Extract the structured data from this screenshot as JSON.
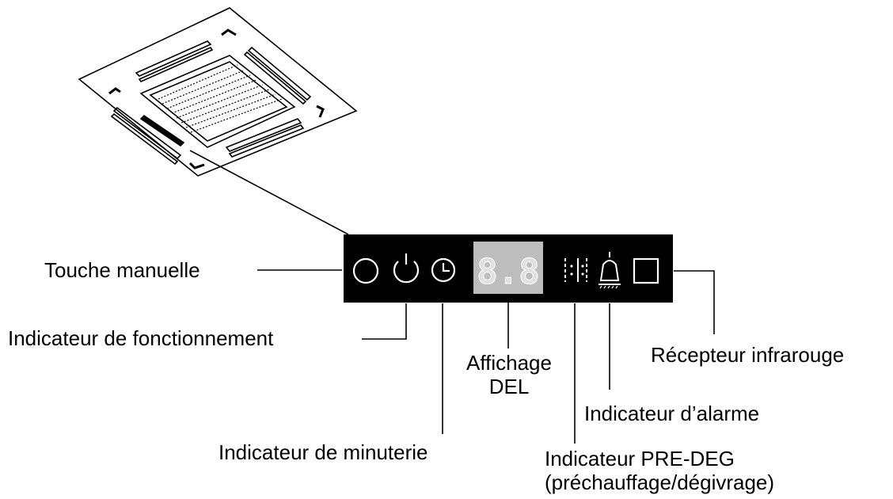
{
  "labels": {
    "manual_key": "Touche  manuelle",
    "operation_indicator": "Indicateur  de fonctionnement",
    "timer_indicator": "Indicateur  de minuterie",
    "led_display_line1": "Affichage",
    "led_display_line2": "DEL",
    "predeg_indicator_line1": "Indicateur  PRE-DEG",
    "predeg_indicator_line2": "(préchauffage/dégivrage)",
    "alarm_indicator": "Indicateur  d’alarme",
    "ir_receiver": "Récepteur  infrarouge"
  },
  "panel": {
    "led_display_value": "8.8",
    "background_color": "#000000",
    "led_window_color": "#bdbdbd"
  },
  "icons": [
    "manual-key-circle-icon",
    "power-icon",
    "clock-icon",
    "defrost-icon",
    "alarm-bell-icon",
    "infrared-receiver-square-icon"
  ]
}
